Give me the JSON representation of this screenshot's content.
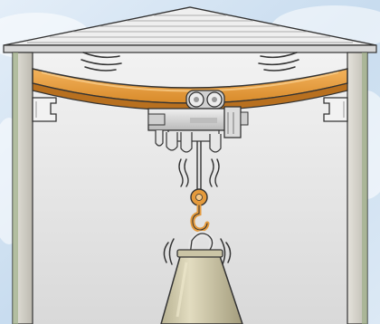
{
  "scene": {
    "kind": "overhead-crane-illustration",
    "elements": [
      "sky-background",
      "roof",
      "building-walls",
      "crane-girder",
      "electric-hoist",
      "wire-rope",
      "hook",
      "shackle",
      "weight"
    ],
    "motion_marks": [
      "girder-deflection-lines",
      "rope-vibration-lines",
      "weight-vibration-lines"
    ],
    "colors": {
      "sky": "#cfe3f3",
      "interior": "#e2e2e2",
      "wall": "#d3d3cc",
      "wall_accent": "#9fb08a",
      "girder": "#e49a3c",
      "girder_dark": "#b8701f",
      "hook": "#e49a3c",
      "hoist": "#d6d6d6",
      "weight": "#c8c2a2",
      "outline": "#222222"
    }
  }
}
